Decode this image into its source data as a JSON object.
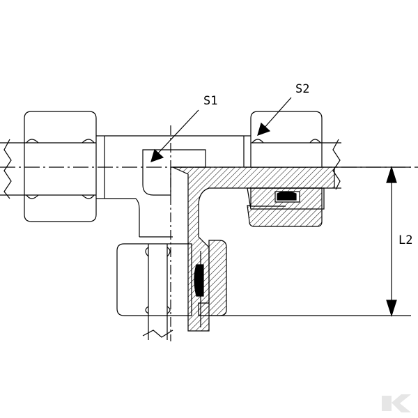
{
  "labels": {
    "s1": "S1",
    "s2": "S2",
    "l2": "L2"
  },
  "watermark": "K",
  "colors": {
    "line": "#000000",
    "background": "#ffffff",
    "watermark": "#e6e6e6"
  }
}
